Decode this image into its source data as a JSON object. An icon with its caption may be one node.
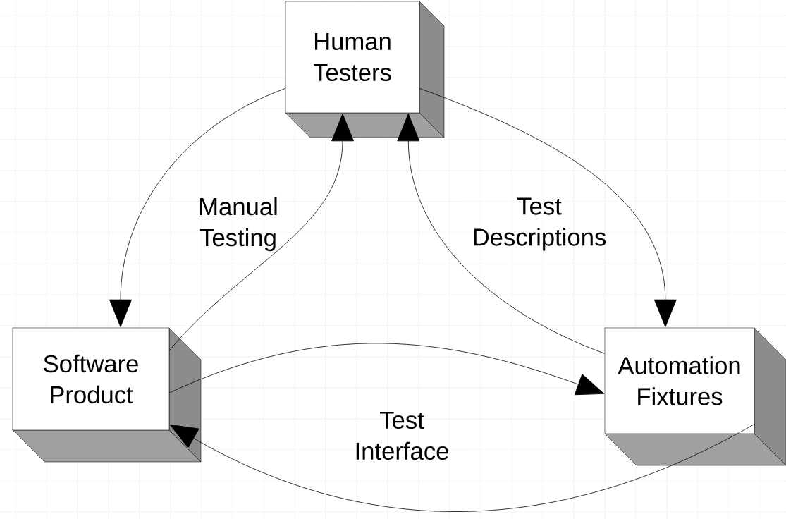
{
  "diagram": {
    "nodes": [
      {
        "text": [
          "Human Testers"
        ]
      },
      {
        "text": [
          "Software Product"
        ]
      },
      {
        "text": [
          "Automation Fixtures"
        ]
      }
    ],
    "edges": [
      {
        "from": 0,
        "to": 1,
        "arrow": "to"
      },
      {
        "from": 1,
        "to": 0,
        "arrow": "to"
      },
      {
        "from": 0,
        "to": 2,
        "arrow": "to"
      },
      {
        "from": 2,
        "to": 0,
        "arrow": "to"
      },
      {
        "from": 1,
        "to": 2,
        "arrow": "to"
      },
      {
        "from": 2,
        "to": 1,
        "arrow": "to"
      }
    ],
    "labels": [
      "Manual Testing",
      "Test Descriptions",
      "Test Interface"
    ]
  }
}
